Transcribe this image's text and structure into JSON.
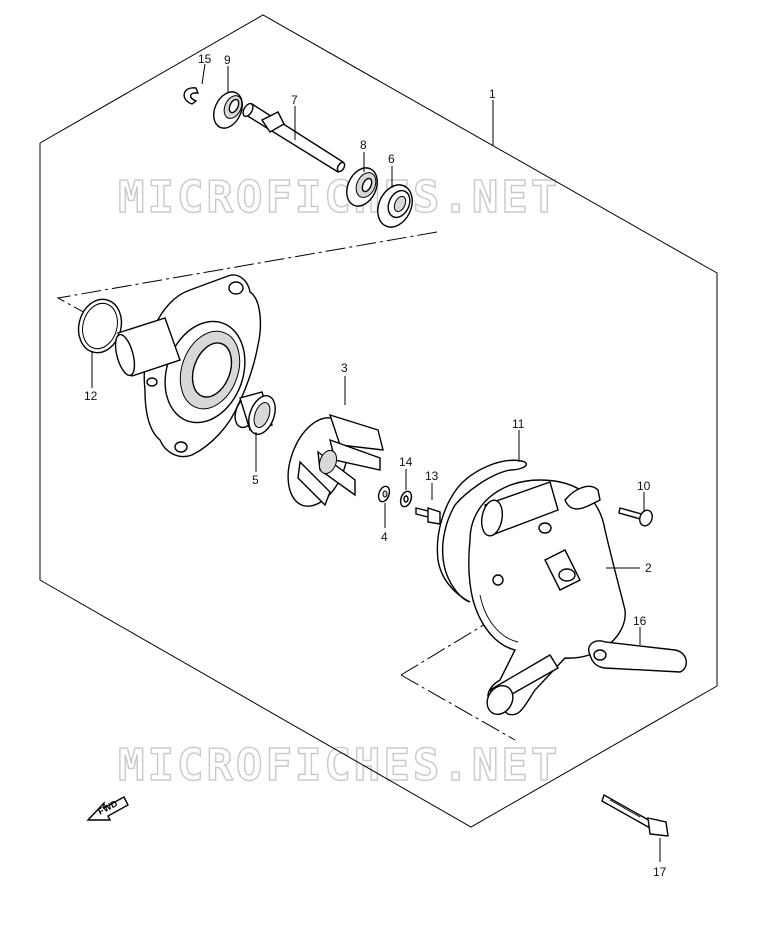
{
  "watermark": "MICROFICHES.NET",
  "fwd_label": "FWD",
  "callouts": {
    "c1": "1",
    "c2": "2",
    "c3": "3",
    "c4": "4",
    "c5": "5",
    "c6": "6",
    "c7": "7",
    "c8": "8",
    "c9": "9",
    "c10": "10",
    "c11": "11",
    "c12": "12",
    "c13": "13",
    "c14": "14",
    "c15": "15",
    "c16": "16",
    "c17": "17"
  }
}
